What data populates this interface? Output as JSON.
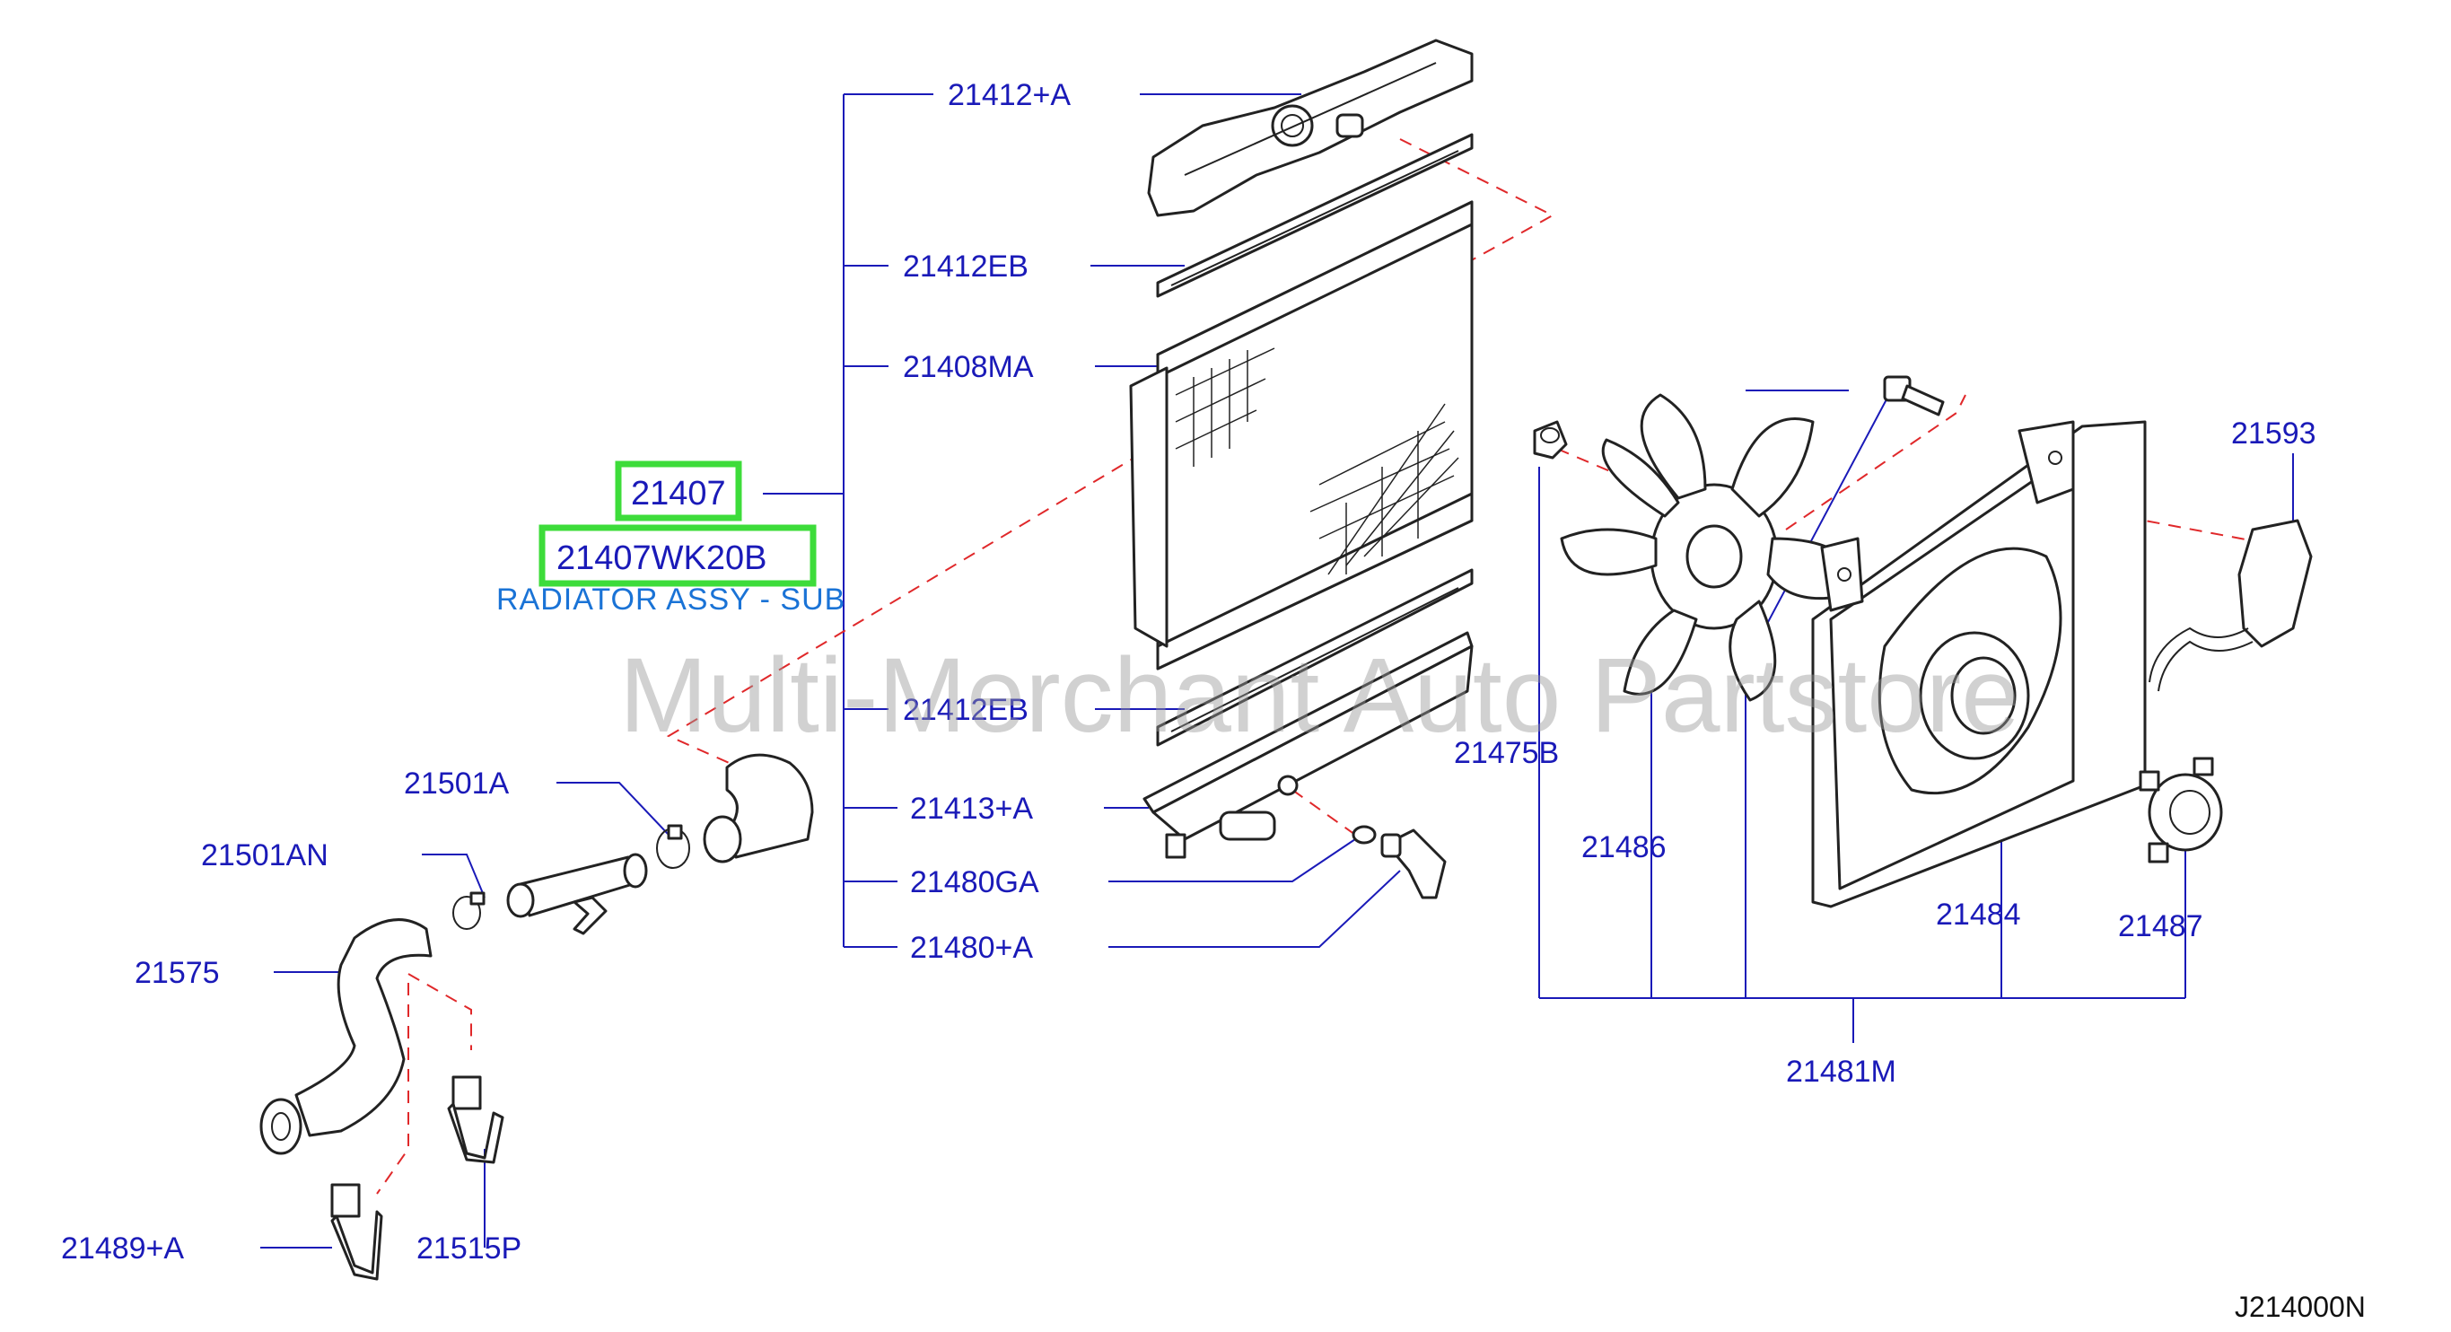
{
  "diagram": {
    "highlighted_labels": [
      "21407",
      "21407WK20B"
    ],
    "description": "RADIATOR ASSY - SUB",
    "watermark": "Multi-Merchant Auto Partstore",
    "diagram_code": "J214000N",
    "labels": {
      "cap": "21412+A",
      "seal_top": "21412EB",
      "core": "21408MA",
      "seal_bottom": "21412EB",
      "tank_bottom": "21413+A",
      "drain_seal": "21480GA",
      "drain_cock": "21480+A",
      "hose_clamp_upper": "21501A",
      "hose_clamp_lower": "21501AN",
      "lower_hose": "21575",
      "clip_a": "21489+A",
      "clip_b": "21515P",
      "bushing": "21475B",
      "fan": "21486",
      "shroud": "21484",
      "motor": "21487",
      "harness": "21593",
      "fan_assy": "21481M"
    }
  },
  "colors": {
    "label_blue": "#1a1ab8",
    "description_blue": "#1a73d6",
    "highlight_green": "#3ddc3a",
    "dashed_red": "#e0282a",
    "watermark_gray": "#9a9a9a"
  }
}
